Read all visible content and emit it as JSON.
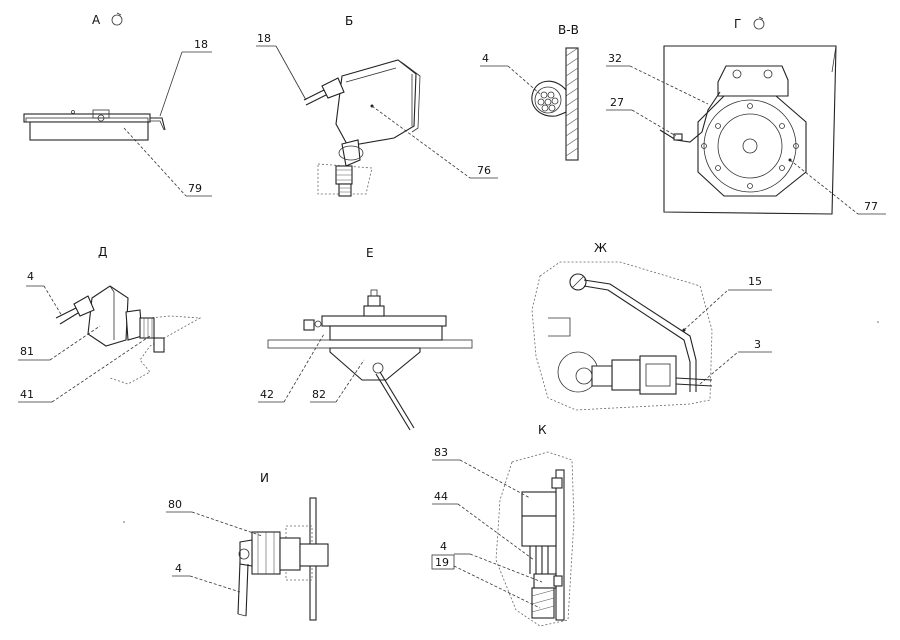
{
  "views": {
    "a": {
      "title": "А",
      "labels": [
        "18",
        "79"
      ]
    },
    "b": {
      "title": "Б",
      "labels": [
        "18",
        "76"
      ]
    },
    "vv": {
      "title": "В-В",
      "labels": [
        "4"
      ]
    },
    "g": {
      "title": "Г",
      "labels": [
        "32",
        "27",
        "77"
      ]
    },
    "d": {
      "title": "Д",
      "labels": [
        "4",
        "81",
        "41"
      ]
    },
    "e": {
      "title": "Е",
      "labels": [
        "42",
        "82"
      ]
    },
    "zh": {
      "title": "Ж",
      "labels": [
        "15",
        "3"
      ]
    },
    "i": {
      "title": "И",
      "labels": [
        "80",
        "4"
      ]
    },
    "k": {
      "title": "К",
      "labels": [
        "83",
        "44",
        "4",
        "19"
      ]
    }
  }
}
